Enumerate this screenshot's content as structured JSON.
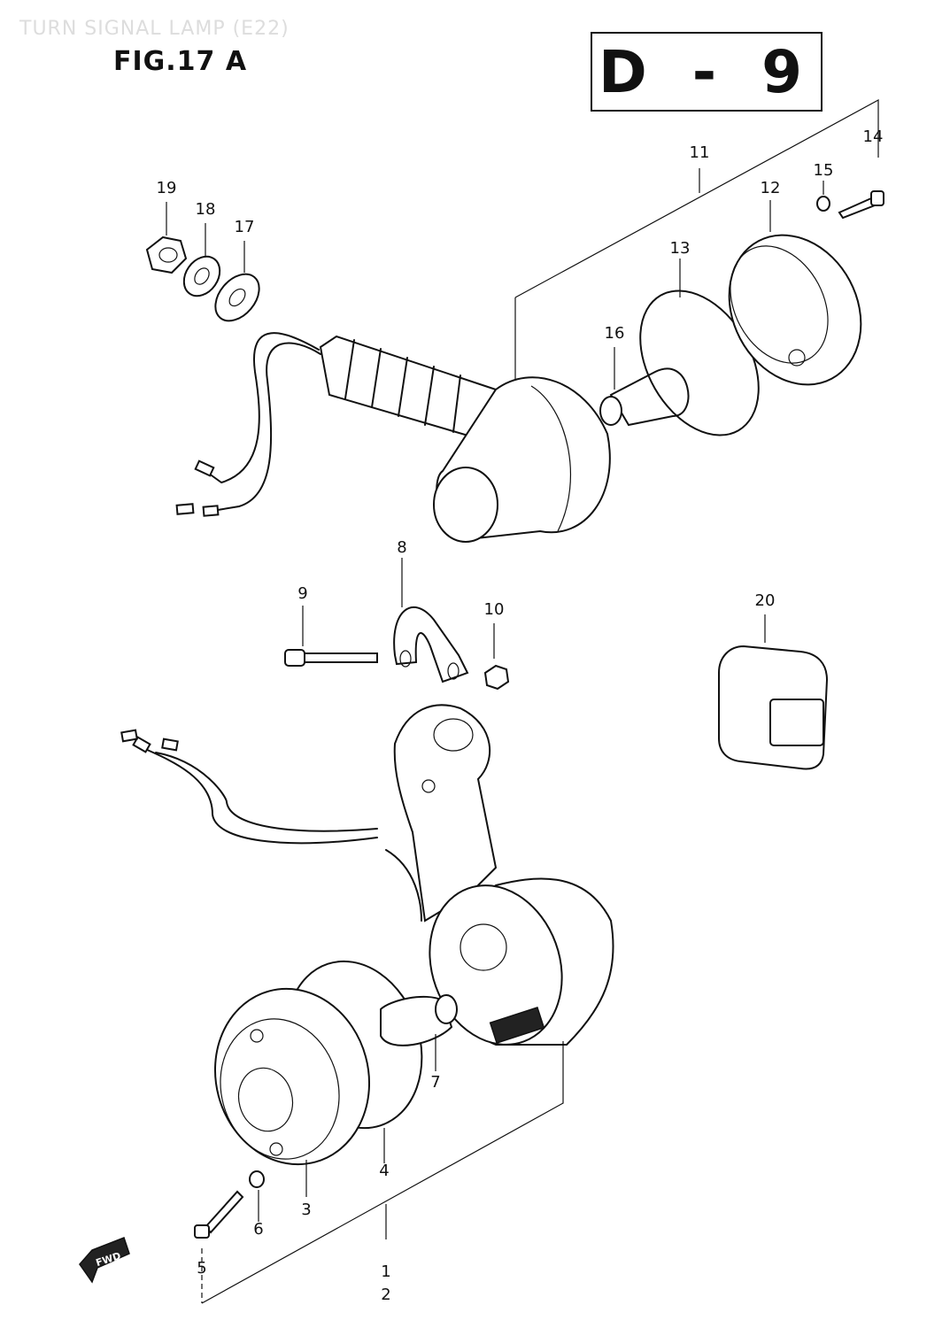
{
  "header": {
    "faint_title": "TURN SIGNAL LAMP (E22)",
    "figure_title": "FIG.17 A",
    "page_code": "D - 9"
  },
  "callouts": [
    {
      "id": "c1",
      "label": "1"
    },
    {
      "id": "c2",
      "label": "2"
    },
    {
      "id": "c3",
      "label": "3"
    },
    {
      "id": "c4",
      "label": "4"
    },
    {
      "id": "c5",
      "label": "5"
    },
    {
      "id": "c6",
      "label": "6"
    },
    {
      "id": "c7",
      "label": "7"
    },
    {
      "id": "c8",
      "label": "8"
    },
    {
      "id": "c9",
      "label": "9"
    },
    {
      "id": "c10",
      "label": "10"
    },
    {
      "id": "c11",
      "label": "11"
    },
    {
      "id": "c12",
      "label": "12"
    },
    {
      "id": "c13",
      "label": "13"
    },
    {
      "id": "c14",
      "label": "14"
    },
    {
      "id": "c15",
      "label": "15"
    },
    {
      "id": "c16",
      "label": "16"
    },
    {
      "id": "c17",
      "label": "17"
    },
    {
      "id": "c18",
      "label": "18"
    },
    {
      "id": "c19",
      "label": "19"
    },
    {
      "id": "c20",
      "label": "20"
    }
  ],
  "forward_arrow": {
    "label": "FWD"
  }
}
